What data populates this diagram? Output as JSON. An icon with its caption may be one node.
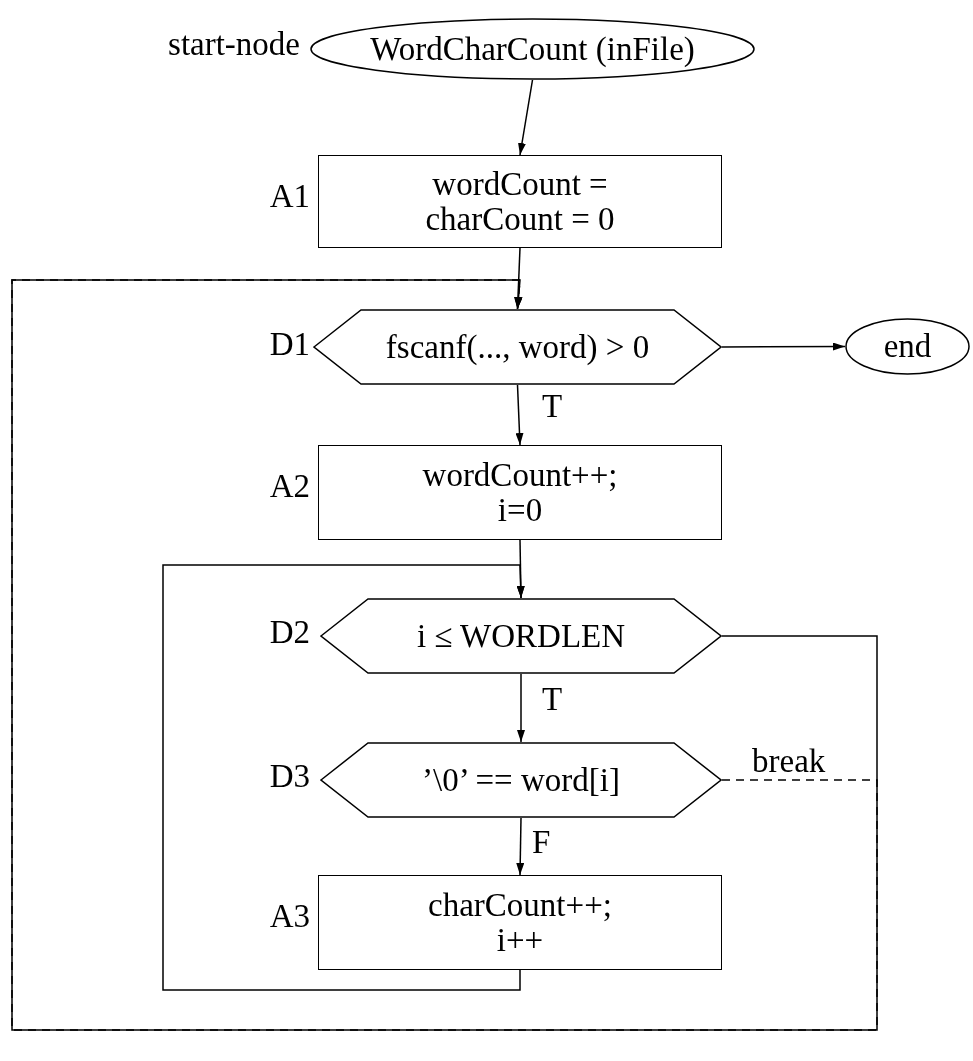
{
  "diagram": {
    "nodes": [
      {
        "text": [
          "WordCharCount (inFile)"
        ],
        "beside": [
          "start-node"
        ]
      },
      {
        "text": [
          "wordCount = charCount = 0"
        ],
        "beside": [
          "A1"
        ]
      },
      {
        "text": [
          "fscanf(..., word) > 0"
        ],
        "beside": [
          "D1"
        ]
      },
      {
        "text": [
          "end"
        ]
      },
      {
        "text": [
          "wordCount++; i=0"
        ],
        "beside": [
          "A2"
        ]
      },
      {
        "text": [
          "i ≤ WORDLEN"
        ],
        "beside": [
          "D2"
        ]
      },
      {
        "text": [
          "’\\0’ == word[i]"
        ],
        "beside": [
          "D3"
        ]
      },
      {
        "text": [
          "charCount++; i++"
        ],
        "beside": [
          "A3"
        ]
      }
    ],
    "edges": [
      {
        "from": 0,
        "to": 1,
        "arrow": "to"
      },
      {
        "from": 1,
        "to": 2,
        "arrow": "to"
      },
      {
        "from": 2,
        "to": 3,
        "arrow": "to"
      },
      {
        "from": 2,
        "to": 4,
        "arrow": "to",
        "label": "T"
      },
      {
        "from": 4,
        "to": 5,
        "arrow": "to"
      },
      {
        "from": 5,
        "to": 6,
        "arrow": "to",
        "label": "T"
      },
      {
        "from": 6,
        "to": 7,
        "arrow": "to",
        "label": "F"
      },
      {
        "from": 7,
        "to": 5,
        "arrow": "to"
      },
      {
        "from": 5,
        "to": 2,
        "arrow": "to"
      },
      {
        "from": 6,
        "to": 2,
        "arrow": "to",
        "label": "break",
        "style": "dashed"
      }
    ]
  }
}
